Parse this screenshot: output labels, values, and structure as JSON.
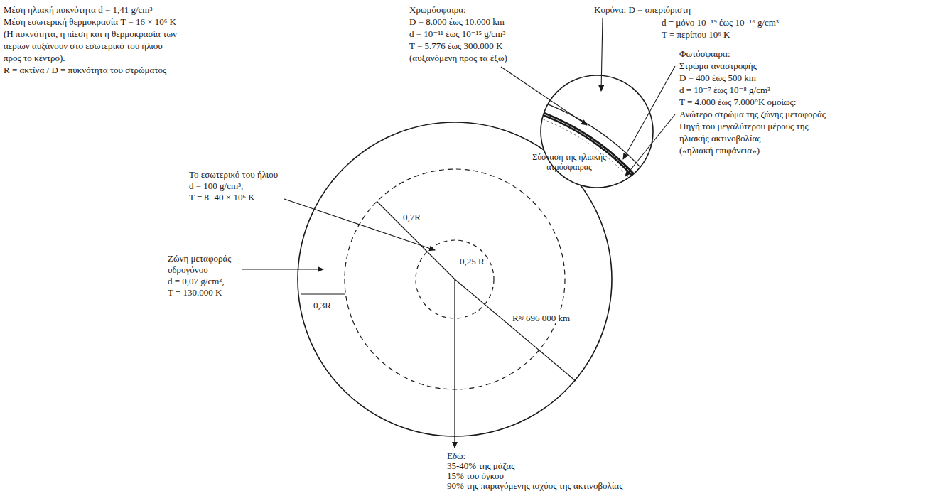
{
  "diagram": {
    "nodes": [
      {
        "text": [
          "0,7R",
          "0,25 R",
          "R≈ 696 000 km",
          "0,3R"
        ]
      },
      {
        "text": [
          "Σύσταση της ηλιακής ατμόσφαιρας"
        ]
      }
    ],
    "labels": [
      "Μέση ηλιακή πυκνότητα d = 1,41 g/cm³",
      "Μέση εσωτερική θερμοκρασία T = 16 × 10⁶ K",
      "(Η πυκνότητα, η πίεση και η θερμοκρασία των",
      "αερίων αυξάνουν στο εσωτερικό του ήλιου",
      "προς το κέντρο).",
      "R = ακτίνα / D = πυκνότητα του στρώματος",
      "Χρωμόσφαιρα:",
      "D = 8.000 έως 10.000 km",
      "d = 10⁻¹¹ έως 10⁻¹⁵ g/cm³",
      "T = 5.776 έως 300.000 K",
      "(αυξανόμενη προς τα έξω)",
      "Κορόνα: D = απεριόριστη",
      "d = μόνο 10⁻¹⁹ έως 10⁻¹⁶ g/cm³",
      "T = περίπου 10⁶ K",
      "Φωτόσφαιρα:",
      "Στρώμα αναστροφής",
      "D = 400 έως 500 km",
      "d = 10⁻⁷ έως 10⁻⁸ g/cm³",
      "T = 4.000 έως 7.000°K ομοίως:",
      "Ανώτερο στρώμα της ζώνης μεταφοράς",
      "Πηγή του μεγαλύτερου μέρους της",
      "ηλιακής ακτινοβολίας",
      "(«ηλιακή επιφάνεια»)",
      "Το εσωτερικό του ήλιου",
      "d = 100 g/cm³,",
      "T = 8- 40 × 10⁶ K",
      "Ζώνη μεταφοράς",
      "υδρογόνου",
      "d = 0,07 g/cm³,",
      "T = 130.000 K",
      "Εδώ:",
      "35-40% της μάζας",
      "15% του όγκου",
      "90% της παραγόμενης ισχύος της ακτινοβολίας"
    ]
  }
}
